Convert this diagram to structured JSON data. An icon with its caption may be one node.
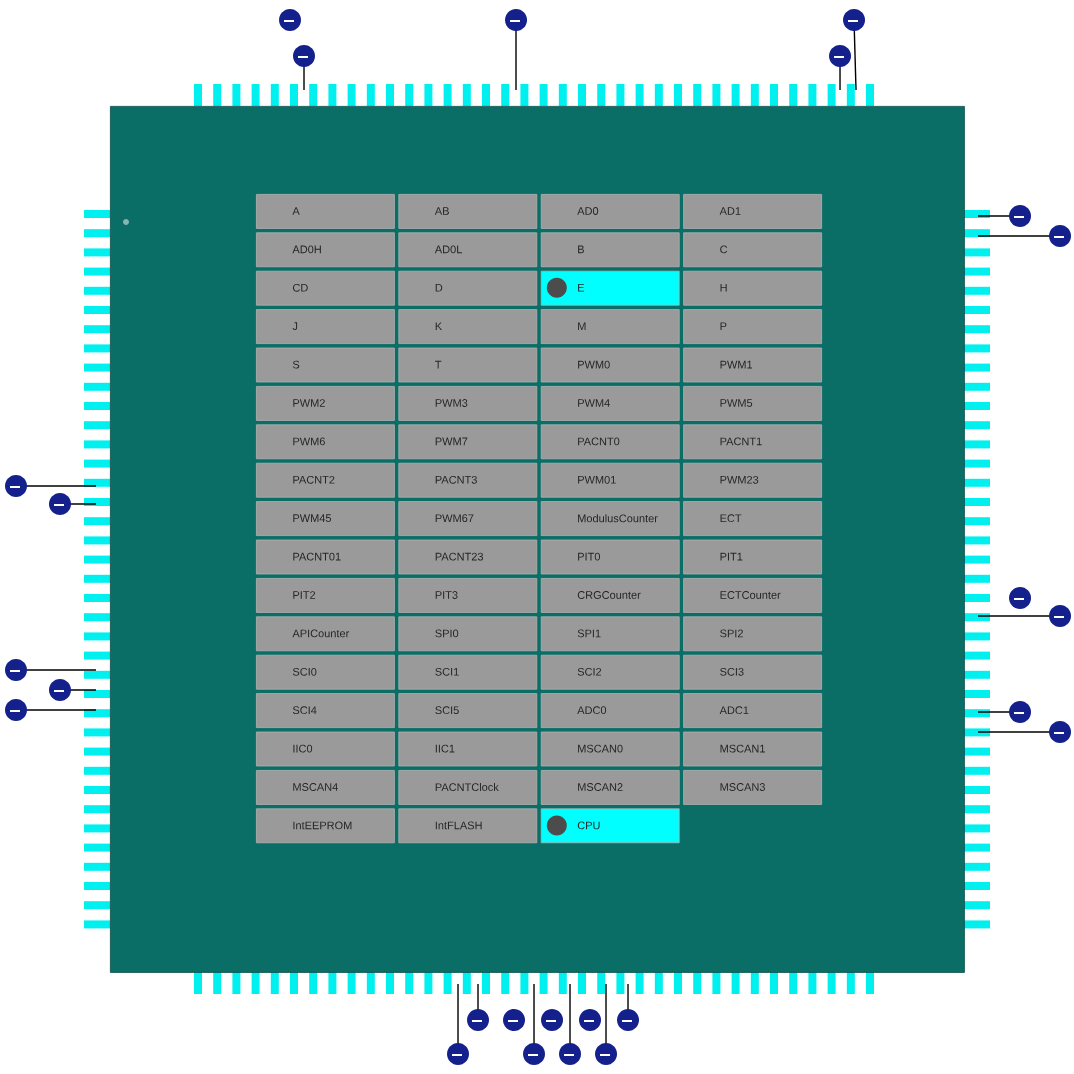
{
  "diagram": {
    "nodes": [
      {
        "text": [],
        "shape": "box"
      },
      {
        "text": [
          "A"
        ],
        "in": 0
      },
      {
        "text": [
          "AB"
        ],
        "in": 0
      },
      {
        "text": [
          "AD0"
        ],
        "in": 0
      },
      {
        "text": [
          "AD1"
        ],
        "in": 0
      },
      {
        "text": [
          "AD0H"
        ],
        "in": 0
      },
      {
        "text": [
          "AD0L"
        ],
        "in": 0
      },
      {
        "text": [
          "B"
        ],
        "in": 0
      },
      {
        "text": [
          "C"
        ],
        "in": 0
      },
      {
        "text": [
          "CD"
        ],
        "in": 0
      },
      {
        "text": [
          "D"
        ],
        "in": 0
      },
      {
        "text": [
          "E"
        ],
        "in": 0
      },
      {
        "text": [
          "H"
        ],
        "in": 0
      },
      {
        "text": [
          "J"
        ],
        "in": 0
      },
      {
        "text": [
          "K"
        ],
        "in": 0
      },
      {
        "text": [
          "M"
        ],
        "in": 0
      },
      {
        "text": [
          "P"
        ],
        "in": 0
      },
      {
        "text": [
          "S"
        ],
        "in": 0
      },
      {
        "text": [
          "T"
        ],
        "in": 0
      },
      {
        "text": [
          "PWM0"
        ],
        "in": 0
      },
      {
        "text": [
          "PWM1"
        ],
        "in": 0
      },
      {
        "text": [
          "PWM2"
        ],
        "in": 0
      },
      {
        "text": [
          "PWM3"
        ],
        "in": 0
      },
      {
        "text": [
          "PWM4"
        ],
        "in": 0
      },
      {
        "text": [
          "PWM5"
        ],
        "in": 0
      },
      {
        "text": [
          "PWM6"
        ],
        "in": 0
      },
      {
        "text": [
          "PWM7"
        ],
        "in": 0
      },
      {
        "text": [
          "PACNT0"
        ],
        "in": 0
      },
      {
        "text": [
          "PACNT1"
        ],
        "in": 0
      },
      {
        "text": [
          "PACNT2"
        ],
        "in": 0
      },
      {
        "text": [
          "PACNT3"
        ],
        "in": 0
      },
      {
        "text": [
          "PWM01"
        ],
        "in": 0
      },
      {
        "text": [
          "PWM23"
        ],
        "in": 0
      },
      {
        "text": [
          "PWM45"
        ],
        "in": 0
      },
      {
        "text": [
          "PWM67"
        ],
        "in": 0
      },
      {
        "text": [
          "ModulusCounter"
        ],
        "in": 0
      },
      {
        "text": [
          "ECT"
        ],
        "in": 0
      },
      {
        "text": [
          "PACNT01"
        ],
        "in": 0
      },
      {
        "text": [
          "PACNT23"
        ],
        "in": 0
      },
      {
        "text": [
          "PIT0"
        ],
        "in": 0
      },
      {
        "text": [
          "PIT1"
        ],
        "in": 0
      },
      {
        "text": [
          "PIT2"
        ],
        "in": 0
      },
      {
        "text": [
          "PIT3"
        ],
        "in": 0
      },
      {
        "text": [
          "CRGCounter"
        ],
        "in": 0
      },
      {
        "text": [
          "ECTCounter"
        ],
        "in": 0
      },
      {
        "text": [
          "APICounter"
        ],
        "in": 0
      },
      {
        "text": [
          "SPI0"
        ],
        "in": 0
      },
      {
        "text": [
          "SPI1"
        ],
        "in": 0
      },
      {
        "text": [
          "SPI2"
        ],
        "in": 0
      },
      {
        "text": [
          "SCI0"
        ],
        "in": 0
      },
      {
        "text": [
          "SCI1"
        ],
        "in": 0
      },
      {
        "text": [
          "SCI2"
        ],
        "in": 0
      },
      {
        "text": [
          "SCI3"
        ],
        "in": 0
      },
      {
        "text": [
          "SCI4"
        ],
        "in": 0
      },
      {
        "text": [
          "SCI5"
        ],
        "in": 0
      },
      {
        "text": [
          "ADC0"
        ],
        "in": 0
      },
      {
        "text": [
          "ADC1"
        ],
        "in": 0
      },
      {
        "text": [
          "IIC0"
        ],
        "in": 0
      },
      {
        "text": [
          "IIC1"
        ],
        "in": 0
      },
      {
        "text": [
          "MSCAN0"
        ],
        "in": 0
      },
      {
        "text": [
          "MSCAN1"
        ],
        "in": 0
      },
      {
        "text": [
          "MSCAN4"
        ],
        "in": 0
      },
      {
        "text": [
          "PACNTClock"
        ],
        "in": 0
      },
      {
        "text": [
          "MSCAN2"
        ],
        "in": 0
      },
      {
        "text": [
          "MSCAN3"
        ],
        "in": 0
      },
      {
        "text": [
          "IntEEPROM"
        ],
        "in": 0
      },
      {
        "text": [
          "IntFLASH"
        ],
        "in": 0
      },
      {
        "text": [
          "CPU"
        ],
        "in": 0
      }
    ]
  }
}
